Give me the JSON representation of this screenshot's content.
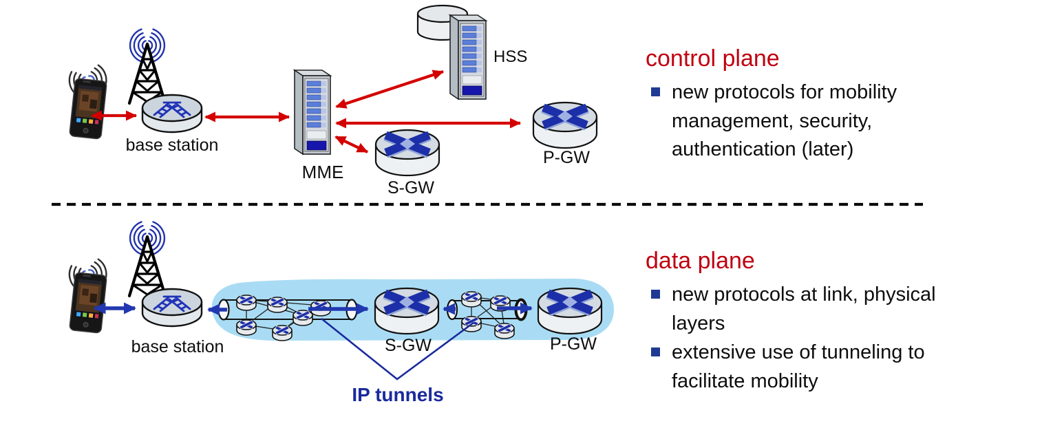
{
  "panels": {
    "control": {
      "heading": "control plane",
      "bullets": [
        {
          "text": "new protocols for mobility\nmanagement, security,\nauthentication (later)"
        }
      ]
    },
    "data": {
      "heading": "data plane",
      "bullets": [
        {
          "text": "new protocols at link, physical\nlayers"
        },
        {
          "text": "extensive use of tunneling to\nfacilitate mobility"
        }
      ]
    }
  },
  "diagram_top": {
    "labels": {
      "base_station": "base station",
      "mme": "MME",
      "sgw": "S-GW",
      "hss": "HSS",
      "pgw": "P-GW"
    }
  },
  "diagram_bottom": {
    "labels": {
      "base_station": "base station",
      "sgw": "S-GW",
      "pgw": "P-GW",
      "ip_tunnels": "IP tunnels"
    }
  },
  "colors": {
    "heading_red": "#c00010",
    "control_arrow_red": "#d40000",
    "data_arrow_blue": "#2138b0",
    "bullet_navy": "#1f3a93",
    "ip_tunnels_text_navy": "#1a2a9c",
    "tunnel_highlight_blue": "#a9dcf4",
    "router_x_blue": "#1c2fa8",
    "radio_wave_blue": "#2233aa"
  },
  "icons": {
    "mobile-phone-icon": "smartphone with wireless arcs",
    "cell-tower-icon": "antenna tower with radio waves",
    "base-station-router": "cylinder with blue antenna pattern",
    "server-icon": "rack server tower",
    "database-icon": "cylinder",
    "router-icon": "disc with blue X",
    "arrow-icon": "double-headed arrow",
    "bullet-square-icon": "navy square"
  }
}
